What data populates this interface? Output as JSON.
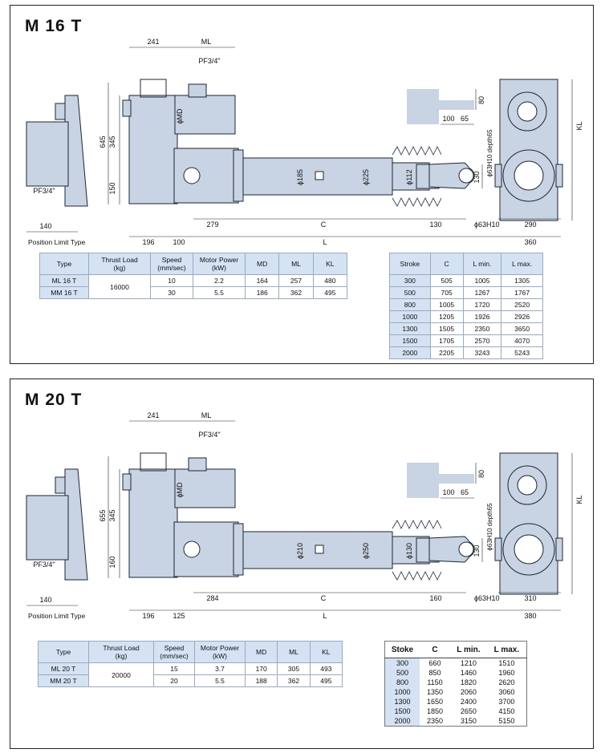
{
  "panels": [
    {
      "title": "M 16 T",
      "dims": {
        "top_241": "241",
        "top_ml": "ML",
        "pf_top": "PF3/4\"",
        "md": "ϕMD",
        "h645": "645",
        "h345": "345",
        "h150": "150",
        "pf_left": "PF3/4\"",
        "d_rod1": "ϕ185",
        "d_rod2": "ϕ225",
        "d_rod3": "ϕ112",
        "d_end": "130",
        "w100": "100",
        "w65": "65",
        "h80": "80",
        "phi_side": "ϕ63H10 depth65",
        "kl": "KL",
        "b140": "140",
        "b279": "279",
        "b_c": "C",
        "b130": "130",
        "b63": "ϕ63H10",
        "b290": "290",
        "b196": "196",
        "b100": "100",
        "b_l": "L",
        "b360": "360",
        "pos_limit": "Position Limit Type"
      },
      "basic_table": {
        "headers": [
          "Type",
          "Thrust Load\n(kg)",
          "Speed\n(mm/sec)",
          "Motor Power\n(kW)",
          "MD",
          "ML",
          "KL"
        ],
        "rows": [
          [
            "ML  16  T",
            "16000",
            "10",
            "2.2",
            "164",
            "257",
            "480"
          ],
          [
            "MM  16  T",
            "",
            "30",
            "5.5",
            "186",
            "362",
            "495"
          ]
        ]
      },
      "stroke_table": {
        "headers": [
          "Stroke",
          "C",
          "L  min.",
          "L  max."
        ],
        "rows": [
          [
            "300",
            "505",
            "1005",
            "1305"
          ],
          [
            "500",
            "705",
            "1267",
            "1767"
          ],
          [
            "800",
            "1005",
            "1720",
            "2520"
          ],
          [
            "1000",
            "1205",
            "1926",
            "2926"
          ],
          [
            "1300",
            "1505",
            "2350",
            "3650"
          ],
          [
            "1500",
            "1705",
            "2570",
            "4070"
          ],
          [
            "2000",
            "2205",
            "3243",
            "5243"
          ]
        ]
      }
    },
    {
      "title": "M 20 T",
      "dims": {
        "top_241": "241",
        "top_ml": "ML",
        "pf_top": "PF3/4\"",
        "md": "ϕMD",
        "h645": "655",
        "h345": "345",
        "h150": "160",
        "pf_left": "PF3/4\"",
        "d_rod1": "ϕ210",
        "d_rod2": "ϕ250",
        "d_rod3": "ϕ130",
        "d_end": "130",
        "w100": "100",
        "w65": "65",
        "h80": "80",
        "phi_side": "ϕ63H10 depth65",
        "kl": "KL",
        "b140": "140",
        "b279": "284",
        "b_c": "C",
        "b130": "160",
        "b63": "ϕ63H10",
        "b290": "310",
        "b196": "196",
        "b100": "125",
        "b_l": "L",
        "b360": "380",
        "pos_limit": "Position Limit Type"
      },
      "basic_table": {
        "headers": [
          "Type",
          "Thrust Load\n(kg)",
          "Speed\n(mm/sec)",
          "Motor Power\n(kW)",
          "MD",
          "ML",
          "KL"
        ],
        "rows": [
          [
            "ML  20  T",
            "20000",
            "15",
            "3.7",
            "170",
            "305",
            "493"
          ],
          [
            "MM  20  T",
            "",
            "20",
            "5.5",
            "188",
            "362",
            "495"
          ]
        ]
      },
      "stroke_table": {
        "headers": [
          "Stoke",
          "C",
          "L  min.",
          "L  max."
        ],
        "rows": [
          [
            "300",
            "660",
            "1210",
            "1510"
          ],
          [
            "500",
            "850",
            "1460",
            "1960"
          ],
          [
            "800",
            "1150",
            "1820",
            "2620"
          ],
          [
            "1000",
            "1350",
            "2060",
            "3060"
          ],
          [
            "1300",
            "1650",
            "2400",
            "3700"
          ],
          [
            "1500",
            "1850",
            "2650",
            "4150"
          ],
          [
            "2000",
            "2350",
            "3150",
            "5150"
          ]
        ]
      }
    }
  ],
  "colors": {
    "fill": "#c8d3e3",
    "stroke": "#1d2533",
    "header_fill": "#d4e2f4"
  }
}
